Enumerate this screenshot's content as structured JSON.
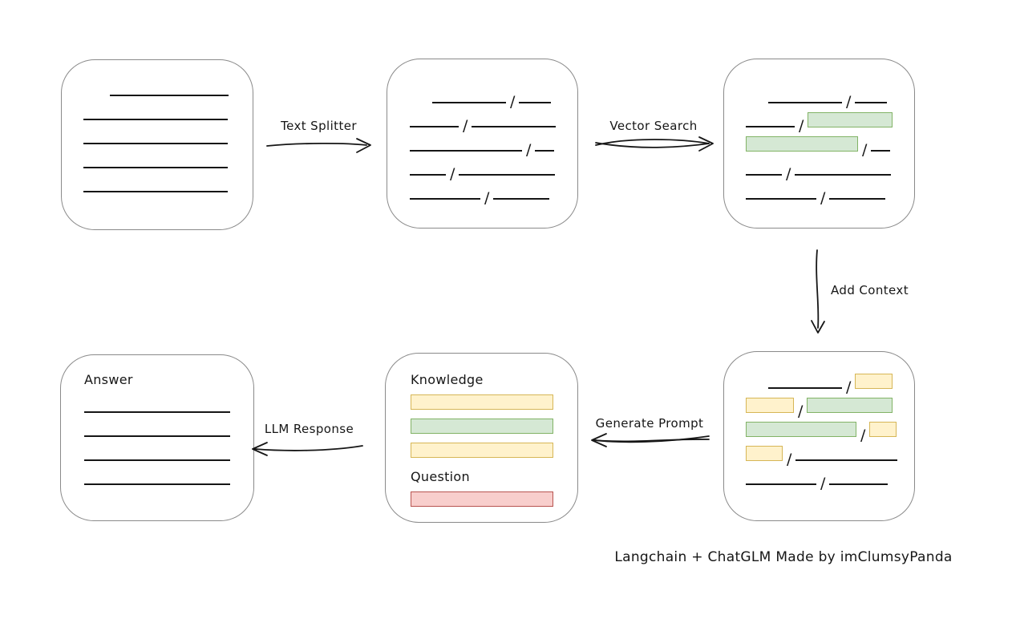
{
  "caption": "Langchain + ChatGLM Made by imClumsyPanda",
  "slash_char": "/",
  "colors": {
    "green-fill": "#d5e8d4",
    "green-stroke": "#82b366",
    "yellow-fill": "#fff2cc",
    "yellow-stroke": "#d6b656",
    "red-fill": "#f8cecc",
    "red-stroke": "#b85450",
    "box-border": "#8a8a8a",
    "ink": "#161616"
  },
  "arrows": {
    "text_splitter": {
      "label": "Text Splitter",
      "direction": "right"
    },
    "vector_search": {
      "label": "Vector Search",
      "direction": "right"
    },
    "add_context": {
      "label": "Add Context",
      "direction": "down"
    },
    "generate_prompt": {
      "label": "Generate Prompt",
      "direction": "left"
    },
    "llm_response": {
      "label": "LLM Response",
      "direction": "left"
    }
  },
  "boxes": {
    "document": {
      "lines": [
        {
          "w": 148,
          "indent": 33
        },
        {
          "w": 180,
          "indent": 0
        },
        {
          "w": 180,
          "indent": 0
        },
        {
          "w": 180,
          "indent": 0
        },
        {
          "w": 180,
          "indent": 0
        }
      ]
    },
    "chunks": {
      "rows": [
        [
          {
            "t": "gap",
            "w": 28
          },
          {
            "t": "line",
            "w": 92
          },
          {
            "t": "slash"
          },
          {
            "t": "line",
            "w": 40
          }
        ],
        [
          {
            "t": "line",
            "w": 61
          },
          {
            "t": "slash"
          },
          {
            "t": "line",
            "w": 105
          }
        ],
        [
          {
            "t": "line",
            "w": 140
          },
          {
            "t": "slash"
          },
          {
            "t": "line",
            "w": 24
          }
        ],
        [
          {
            "t": "line",
            "w": 45
          },
          {
            "t": "slash"
          },
          {
            "t": "line",
            "w": 120
          }
        ],
        [
          {
            "t": "line",
            "w": 88
          },
          {
            "t": "slash"
          },
          {
            "t": "line",
            "w": 70
          }
        ]
      ]
    },
    "matched_chunks": {
      "rows": [
        [
          {
            "t": "gap",
            "w": 28
          },
          {
            "t": "line",
            "w": 92
          },
          {
            "t": "slash"
          },
          {
            "t": "line",
            "w": 40
          }
        ],
        [
          {
            "t": "line",
            "w": 61
          },
          {
            "t": "slash"
          },
          {
            "t": "green",
            "w": 106
          }
        ],
        [
          {
            "t": "green",
            "w": 140
          },
          {
            "t": "slash"
          },
          {
            "t": "line",
            "w": 24
          }
        ],
        [
          {
            "t": "line",
            "w": 45
          },
          {
            "t": "slash"
          },
          {
            "t": "line",
            "w": 120
          }
        ],
        [
          {
            "t": "line",
            "w": 88
          },
          {
            "t": "slash"
          },
          {
            "t": "line",
            "w": 70
          }
        ]
      ]
    },
    "context_chunks": {
      "rows": [
        [
          {
            "t": "gap",
            "w": 28
          },
          {
            "t": "line",
            "w": 92
          },
          {
            "t": "slash"
          },
          {
            "t": "yellow",
            "w": 47
          }
        ],
        [
          {
            "t": "yellow",
            "w": 60
          },
          {
            "t": "slash"
          },
          {
            "t": "green",
            "w": 107
          }
        ],
        [
          {
            "t": "green",
            "w": 138
          },
          {
            "t": "slash"
          },
          {
            "t": "yellow",
            "w": 34
          }
        ],
        [
          {
            "t": "yellow",
            "w": 46
          },
          {
            "t": "slash"
          },
          {
            "t": "line",
            "w": 127
          }
        ],
        [
          {
            "t": "line",
            "w": 88
          },
          {
            "t": "slash"
          },
          {
            "t": "line",
            "w": 73
          }
        ]
      ]
    },
    "prompt": {
      "knowledge_label": "Knowledge",
      "knowledge_bars": [
        {
          "c": "yellow",
          "w": 178,
          "h": 19
        },
        {
          "c": "green",
          "w": 178,
          "h": 19
        },
        {
          "c": "yellow",
          "w": 178,
          "h": 19
        }
      ],
      "question_label": "Question",
      "question_bars": [
        {
          "c": "red",
          "w": 178,
          "h": 19
        }
      ]
    },
    "answer": {
      "label": "Answer",
      "lines": [
        {
          "w": 182,
          "indent": 0
        },
        {
          "w": 182,
          "indent": 0
        },
        {
          "w": 182,
          "indent": 0
        },
        {
          "w": 182,
          "indent": 0
        }
      ]
    }
  }
}
